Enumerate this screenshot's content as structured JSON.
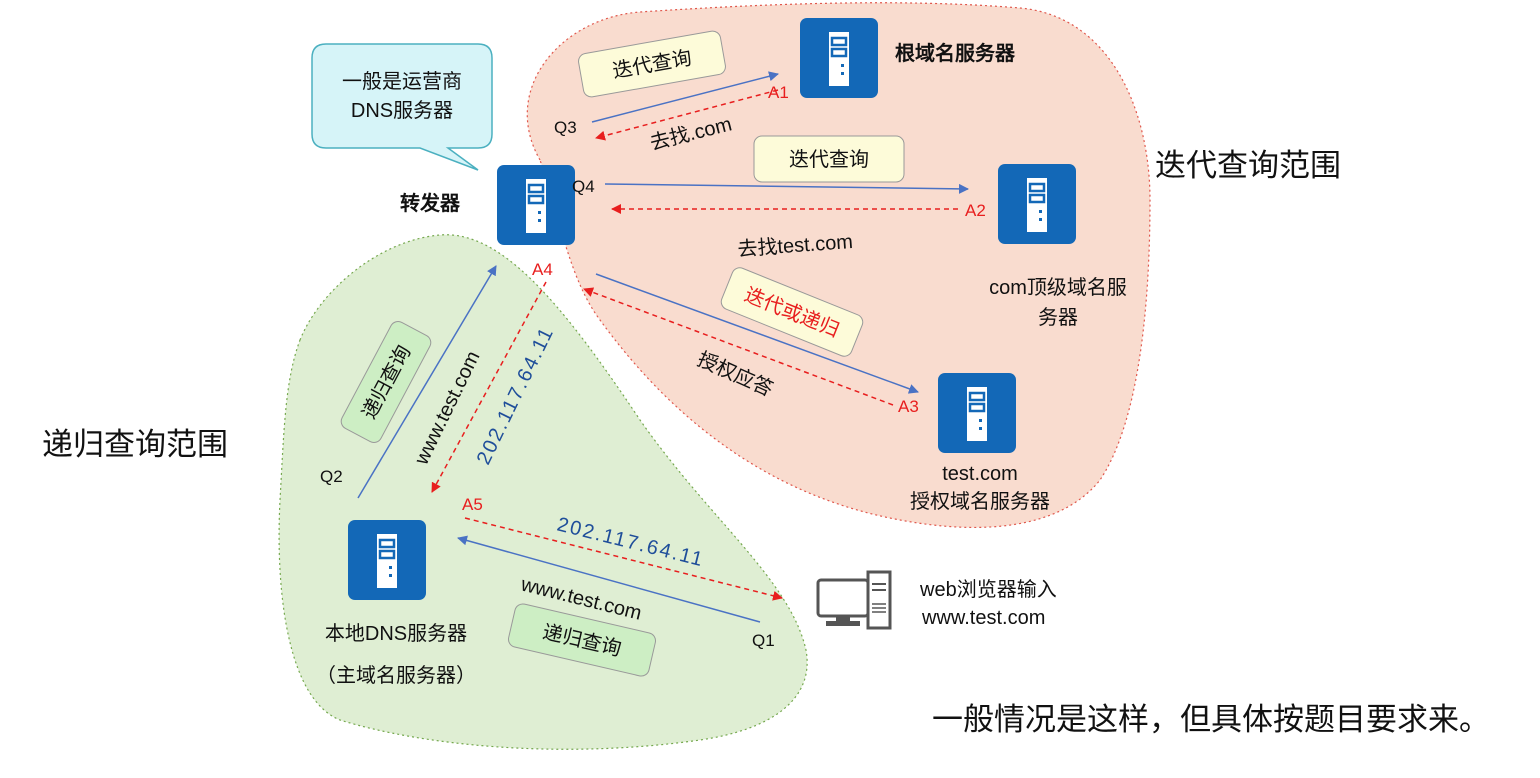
{
  "regions": {
    "iterative_label": "迭代查询范围",
    "recursive_label": "递归查询范围"
  },
  "callout": {
    "line1": "一般是运营商",
    "line2": "DNS服务器"
  },
  "servers": {
    "root": "根域名服务器",
    "forwarder": "转发器",
    "tld_line1": "com顶级域名服",
    "tld_line2": "务器",
    "auth_line1": "test.com",
    "auth_line2": "授权域名服务器",
    "local_line1": "本地DNS服务器",
    "local_line2": "（主域名服务器）"
  },
  "client": {
    "line1": "web浏览器输入",
    "line2": "www.test.com"
  },
  "query_labels": {
    "q1": "Q1",
    "q2": "Q2",
    "q3": "Q3",
    "q4": "Q4",
    "a1": "A1",
    "a2": "A2",
    "a3": "A3",
    "a4": "A4",
    "a5": "A5"
  },
  "arrow_texts": {
    "find_com": "去找.com",
    "find_test_com": "去找test.com",
    "auth_answer": "授权应答",
    "www_q2": "www.test.com",
    "ip_a4": "202.117.64.11",
    "ip_a5": "202.117.64.11",
    "www_q1": "www.test.com"
  },
  "tags": {
    "iter_q3": "迭代查询",
    "iter_q4": "迭代查询",
    "iter_or_recursive": "迭代或递归",
    "recursive_q2": "递归查询",
    "recursive_q1": "递归查询"
  },
  "footer_note": "一般情况是这样，但具体按题目要求来。",
  "colors": {
    "iterative_fill": "#f9dccf",
    "recursive_fill": "#dfeed3",
    "server_blue": "#1368b7",
    "query_arrow": "#4a72c4",
    "answer_arrow": "#e81e1e",
    "callout_fill": "#d6f4f8"
  },
  "icons": [
    "server-icon",
    "desktop-computer-icon"
  ]
}
